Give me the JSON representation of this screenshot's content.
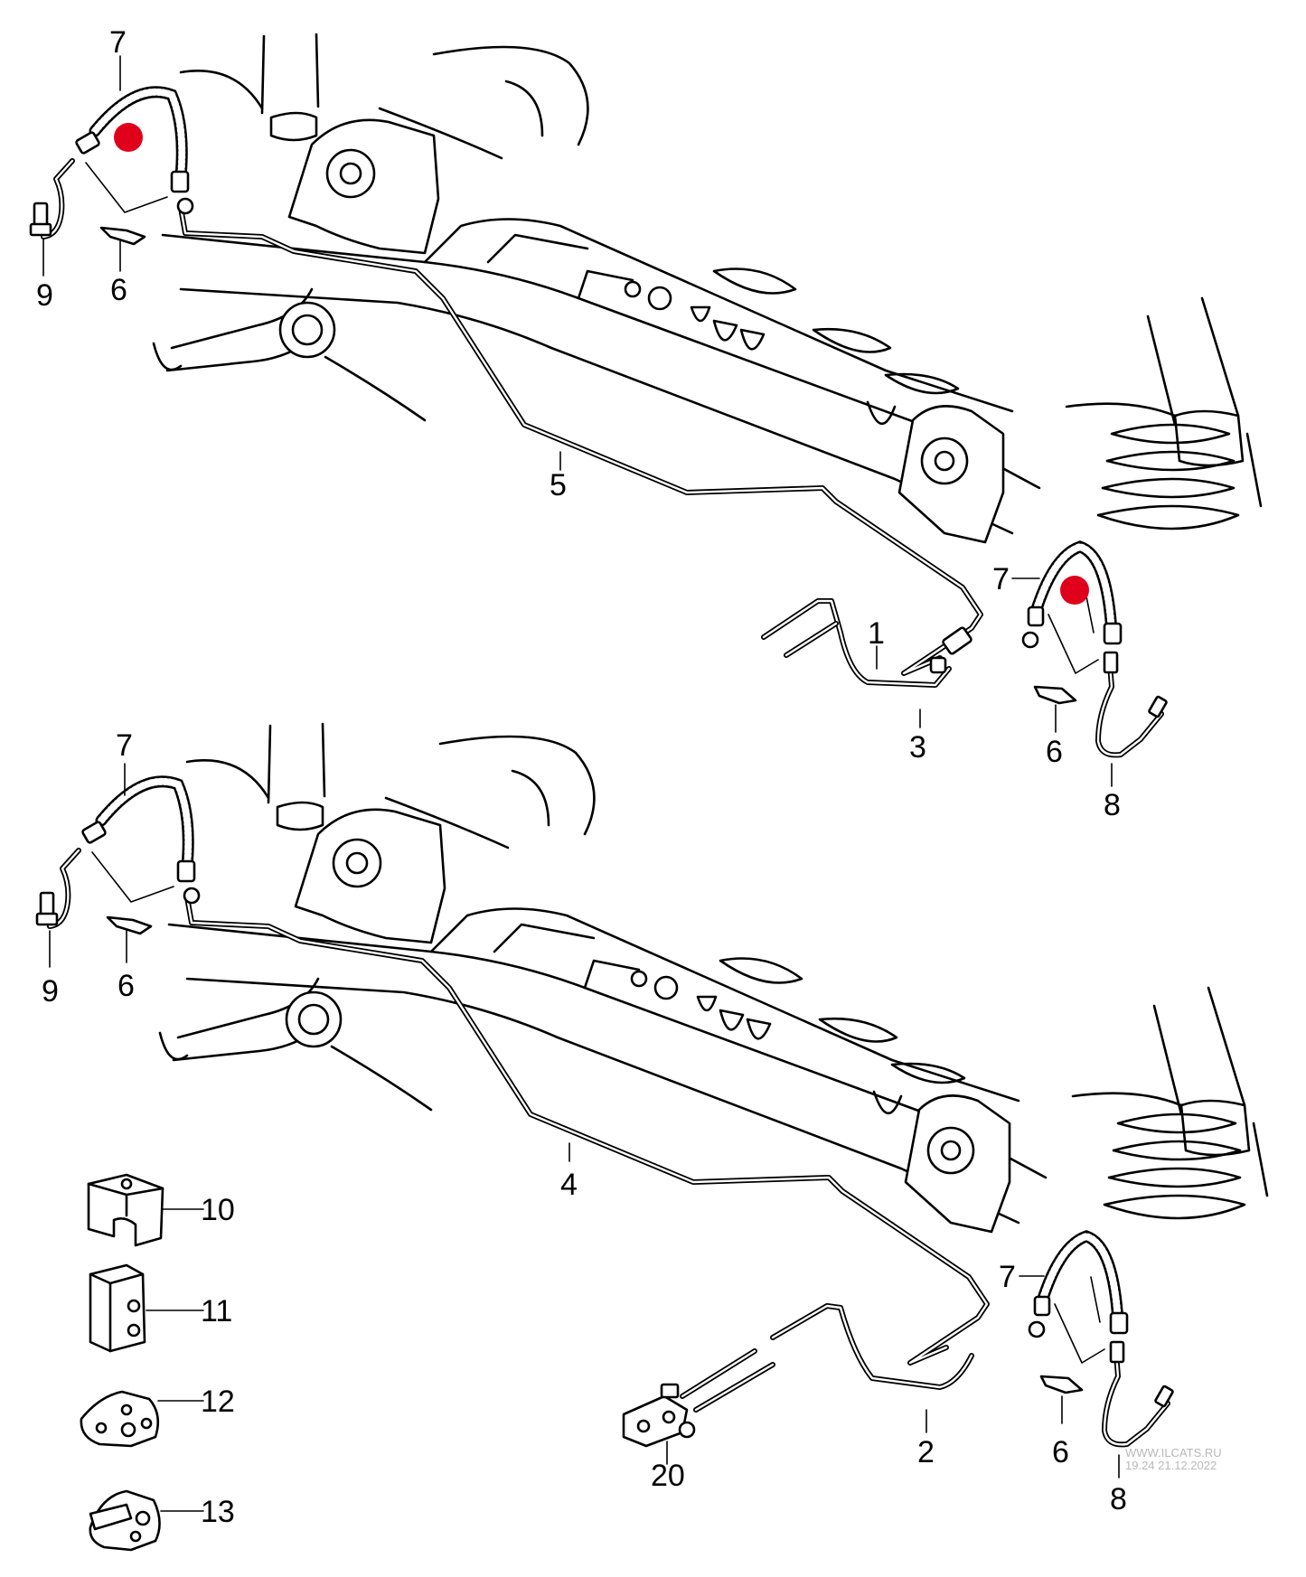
{
  "callouts": {
    "top_hose_left": "7",
    "top_hose_right": "7",
    "top_bolt_left": "9",
    "top_clip_left": "6",
    "top_clip_right": "6",
    "top_line_long": "5",
    "top_line_short": "1",
    "top_line_3": "3",
    "top_line_8": "8",
    "bottom_hose_left": "7",
    "bottom_hose_right": "7",
    "bottom_bolt_left": "9",
    "bottom_clip_left": "6",
    "bottom_clip_right": "6",
    "bottom_line_long": "4",
    "bottom_line_2": "2",
    "bottom_line_8": "8",
    "bottom_connector": "20",
    "clip_10": "10",
    "clip_11": "11",
    "clip_12": "12",
    "clip_13": "13"
  },
  "watermark": {
    "site": "WWW.ILCATS.RU",
    "stamp": "19.24 21.12.2022"
  },
  "colors": {
    "marker": "#e0001b",
    "line": "#000000",
    "watermark": "#b9b9b9"
  }
}
